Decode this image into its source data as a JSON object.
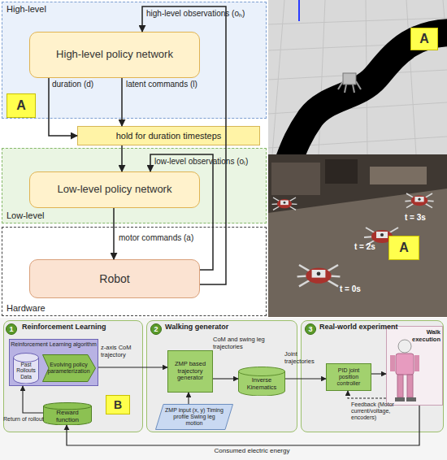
{
  "diagram": {
    "nodes": [
      {
        "text": [
          "High-level"
        ]
      },
      {
        "text": [
          "High-level policy network"
        ],
        "in": 0
      },
      {
        "text": [
          "A"
        ]
      },
      {
        "text": [
          "hold for duration timesteps"
        ]
      },
      {
        "text": [
          "Low-level"
        ]
      },
      {
        "text": [
          "Low-level policy network"
        ],
        "in": 4
      },
      {
        "text": [
          "Hardware"
        ]
      },
      {
        "text": [
          "Robot"
        ],
        "in": 6
      },
      {
        "text": [
          "A"
        ]
      },
      {
        "text": [
          "A"
        ]
      },
      {
        "text": [
          "Reinforcement Learning"
        ]
      },
      {
        "text": [
          "1"
        ],
        "in": 10
      },
      {
        "text": [
          "Reinforcement Learning algorithm"
        ],
        "in": 10
      },
      {
        "text": [
          "Past Rollouts Data"
        ],
        "in": 12
      },
      {
        "text": [
          "Evolving policy parameterization"
        ],
        "in": 12
      },
      {
        "text": [
          "Reward function"
        ],
        "in": 10
      },
      {
        "text": [
          "B"
        ]
      },
      {
        "text": [
          "Walking generator"
        ]
      },
      {
        "text": [
          "2"
        ],
        "in": 17
      },
      {
        "text": [
          "ZMP based trajectory generator"
        ],
        "in": 17
      },
      {
        "text": [
          "ZMP input (x, y) Timing profile Swing leg motion"
        ],
        "in": 17
      },
      {
        "text": [
          "Inverse Kinematics"
        ],
        "in": 17
      },
      {
        "text": [
          "Real-world experiment"
        ]
      },
      {
        "text": [
          "3"
        ],
        "in": 22
      },
      {
        "text": [
          "PID joint position controller"
        ],
        "in": 22
      },
      {
        "text": [
          "Walk execution"
        ],
        "in": 22
      }
    ],
    "edges": [
      {
        "from": 7,
        "to": 1,
        "arrow": "to",
        "label": "high-level observations (oₕ)"
      },
      {
        "from": 1,
        "to": 3,
        "arrow": "to",
        "label": "duration (d)"
      },
      {
        "from": 1,
        "to": 3,
        "arrow": "to",
        "label": "latent commands (l)"
      },
      {
        "from": 3,
        "to": 5,
        "arrow": "to"
      },
      {
        "from": 7,
        "to": 5,
        "arrow": "to",
        "label": "low-level observations (oₗ)"
      },
      {
        "from": 5,
        "to": 7,
        "arrow": "to",
        "label": "motor commands (a)"
      },
      {
        "from": 12,
        "to": 19,
        "arrow": "to",
        "label": "z-axis CoM trajectory"
      },
      {
        "from": 20,
        "to": 19,
        "arrow": "to"
      },
      {
        "from": 19,
        "to": 21,
        "arrow": "to",
        "label": "CoM and swing leg trajectories"
      },
      {
        "from": 21,
        "to": 24,
        "arrow": "to",
        "label": "Joint trajectories"
      },
      {
        "from": 24,
        "to": 25,
        "arrow": "to"
      },
      {
        "from": 25,
        "to": 24,
        "arrow": "to",
        "label": "Feedback (Motor current/voltage, encoders)"
      },
      {
        "from": 25,
        "to": 15,
        "arrow": "to",
        "label": "Consumed electric energy"
      },
      {
        "from": 15,
        "to": 12,
        "arrow": "to",
        "label": "Return of rollout"
      }
    ],
    "labels": [
      "t = 3s",
      "t = 2s",
      "t = 0s"
    ]
  }
}
